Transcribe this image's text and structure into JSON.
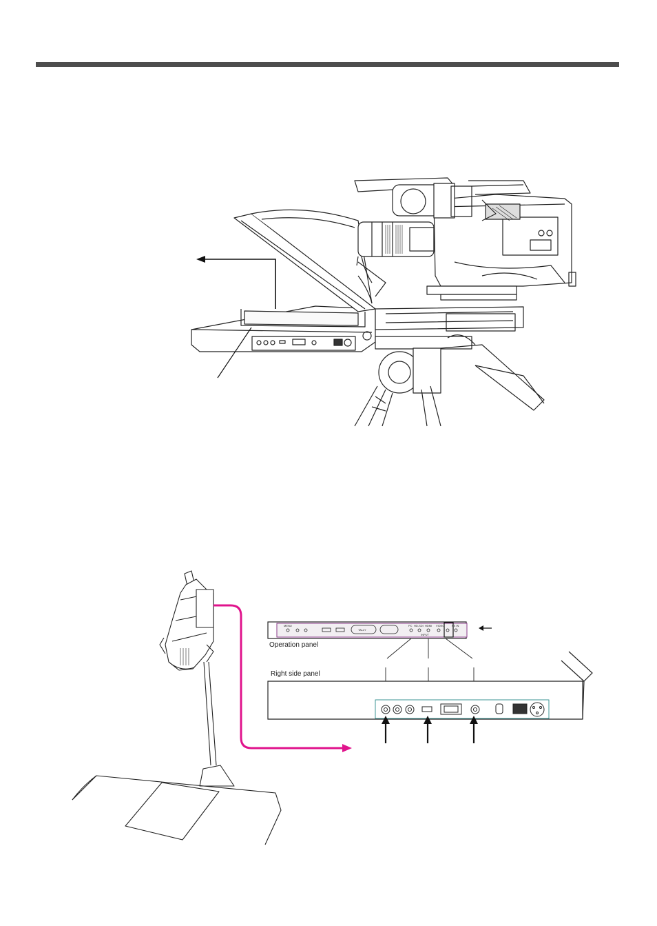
{
  "operation_panel": {
    "label": "Operation panel",
    "markings": [
      "MENU",
      "TALLY",
      "PC",
      "HD-SDI",
      "HDMI",
      "VIDEO",
      "PS IN",
      "INPUT"
    ]
  },
  "right_side_panel": {
    "label": "Right side panel"
  },
  "colors": {
    "accent_arrow": "#e0138c",
    "rule": "#4d4d4d",
    "panel_border": "#8a3a8a",
    "panel_fill": "#f2eff2"
  }
}
